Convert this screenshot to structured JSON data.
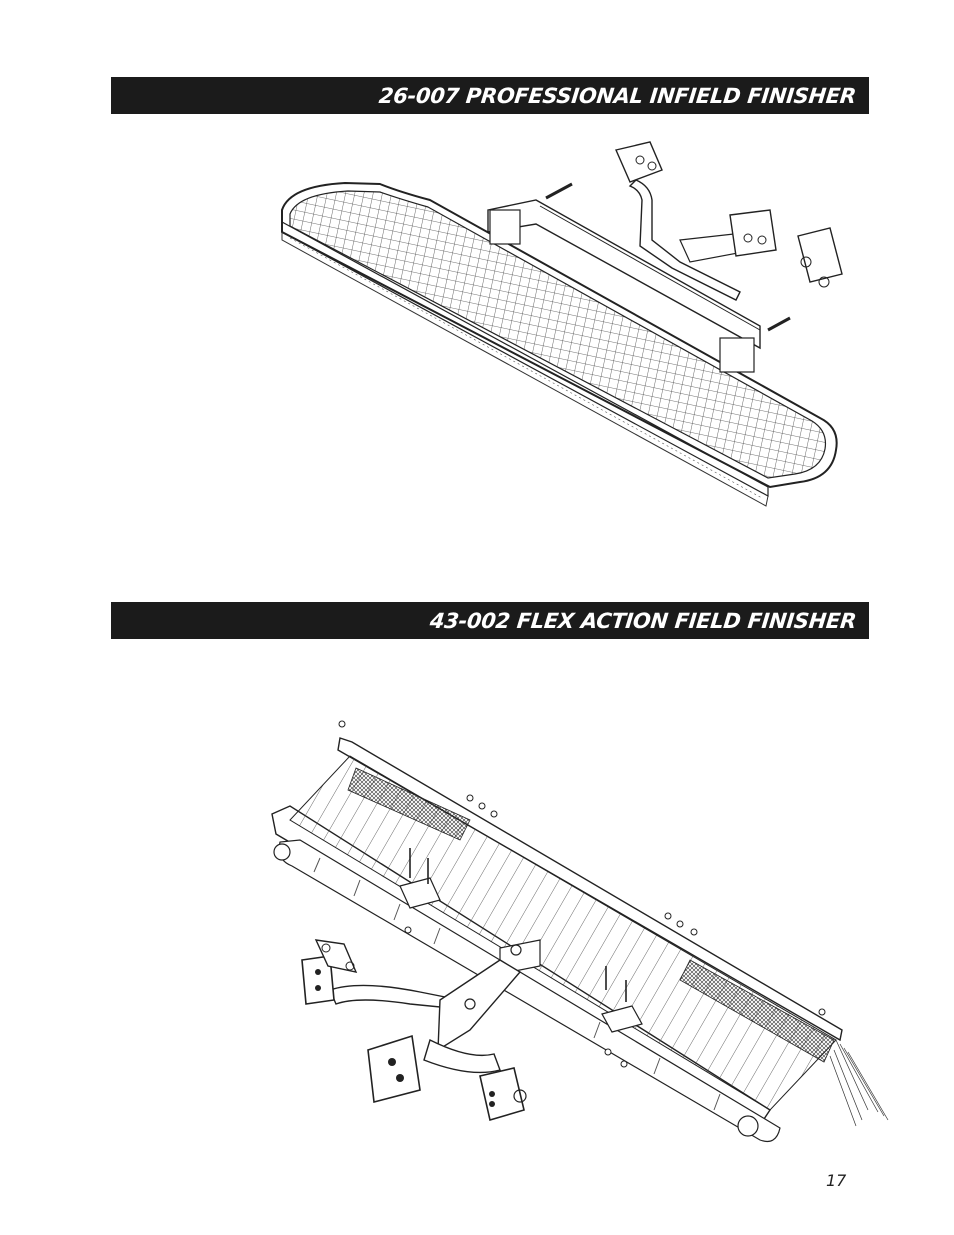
{
  "sections": [
    {
      "title": "26-007 PROFESSIONAL INFIELD FINISHER"
    },
    {
      "title": "43-002 FLEX ACTION FIELD FINISHER"
    }
  ],
  "figures": [
    {
      "icon": "infield-finisher-mesh-drag-drawing"
    },
    {
      "icon": "flex-action-field-finisher-drawing"
    }
  ],
  "page": {
    "number": "17"
  }
}
